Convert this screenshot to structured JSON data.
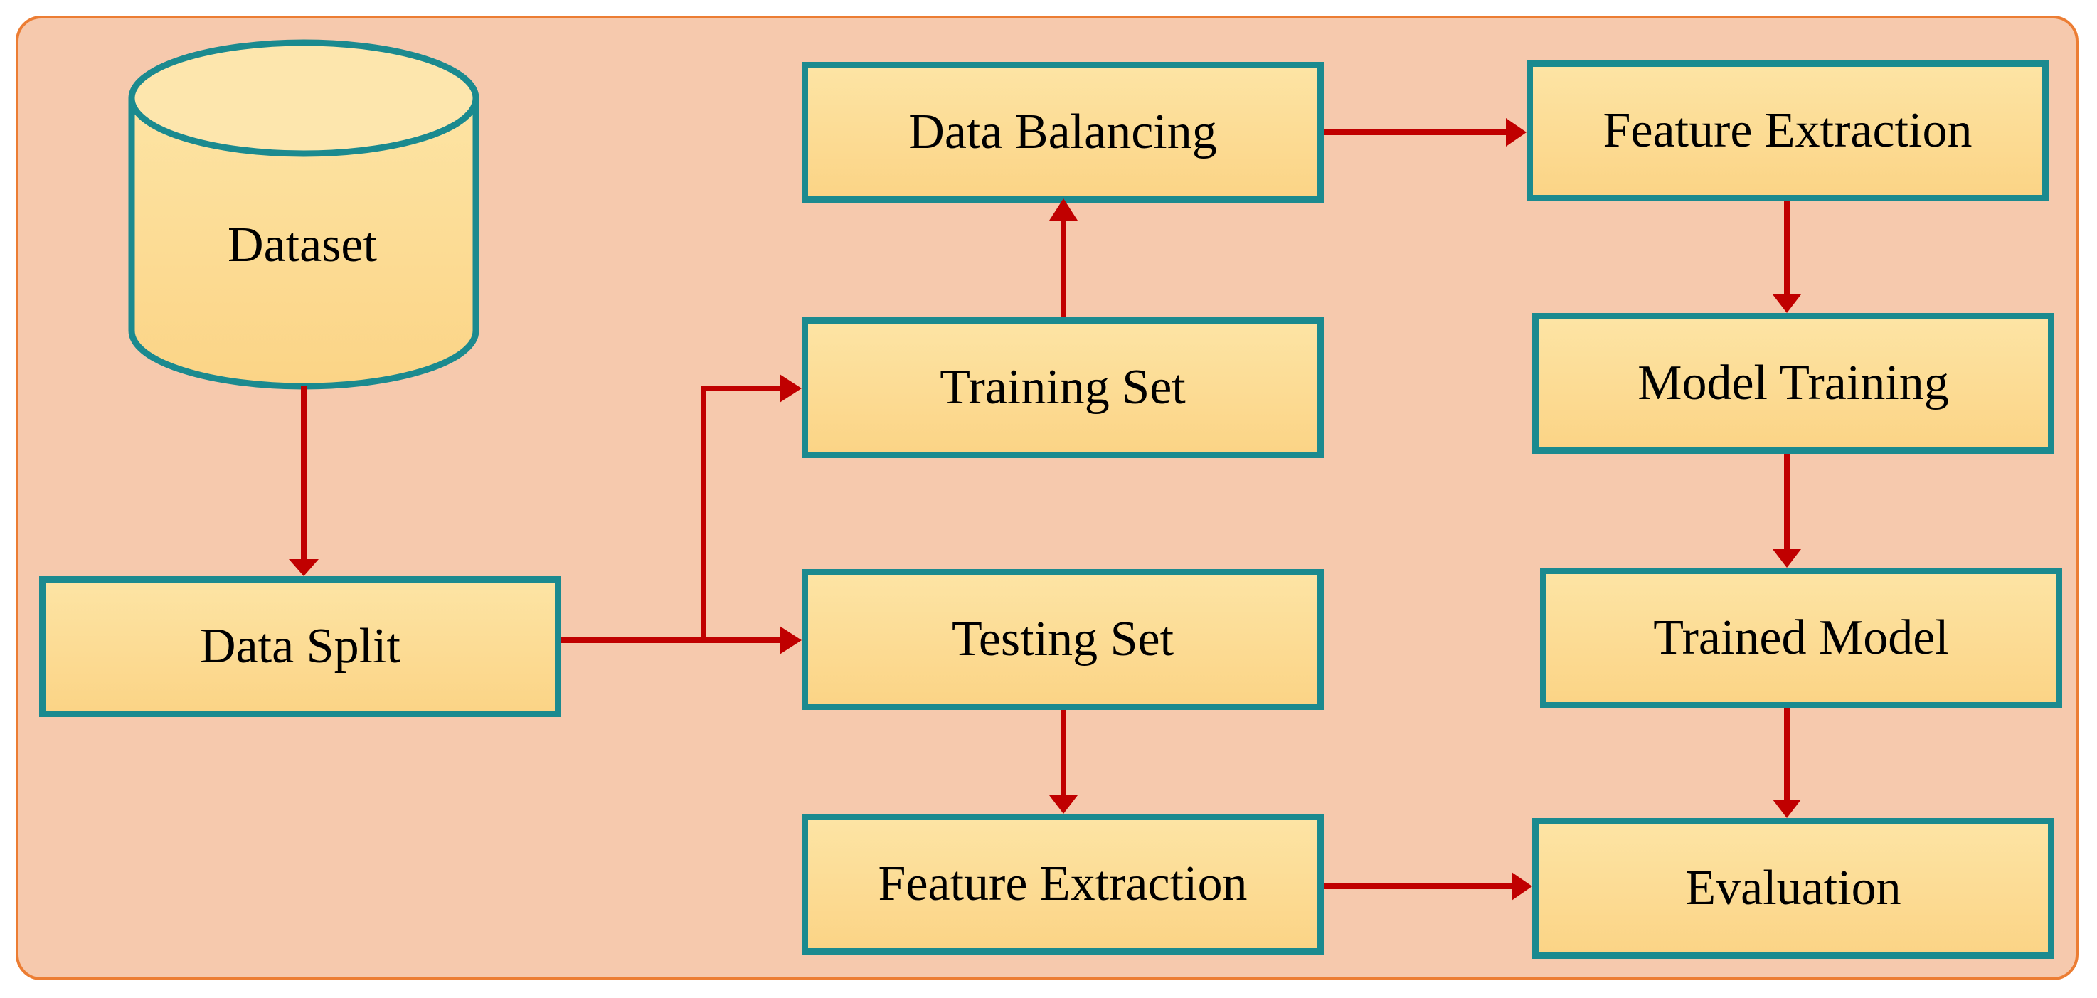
{
  "nodes": {
    "dataset": "Dataset",
    "data_split": "Data Split",
    "training_set": "Training Set",
    "testing_set": "Testing Set",
    "data_balancing": "Data Balancing",
    "feature_extraction_test": "Feature Extraction",
    "feature_extraction_train": "Feature Extraction",
    "model_training": "Model Training",
    "trained_model": "Trained Model",
    "evaluation": "Evaluation"
  },
  "colors": {
    "panel_fill": "#f6c9ad",
    "panel_border": "#ec7d33",
    "box_border": "#1b8a8f",
    "box_fill_top": "#fde4a4",
    "box_fill_bottom": "#fbd486",
    "arrow": "#c00000"
  }
}
